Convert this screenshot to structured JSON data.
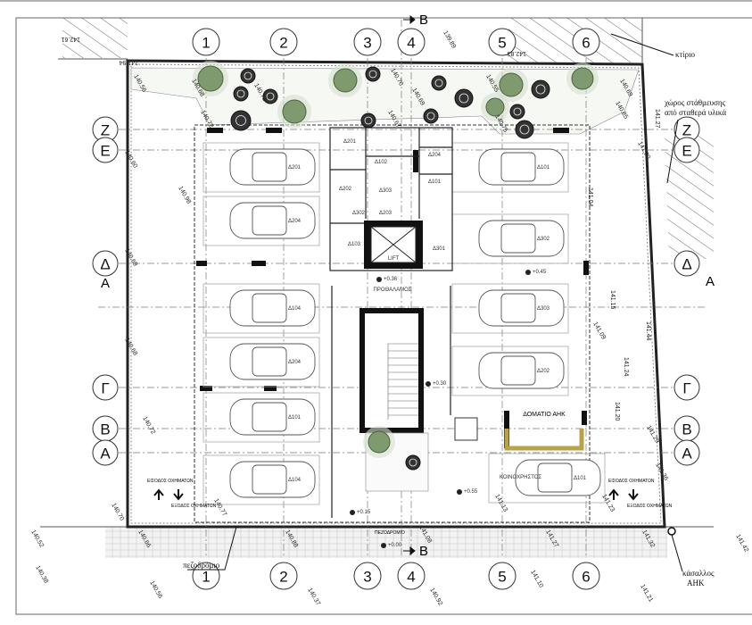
{
  "grid": {
    "columns": [
      "1",
      "2",
      "3",
      "4",
      "5",
      "6"
    ],
    "rows": [
      "Z",
      "E",
      "Δ",
      "Γ",
      "B",
      "A"
    ],
    "section_a": "A",
    "section_b": "B"
  },
  "rooms": {
    "vestibule": "ΠΡΟΘΑΛΑΜΟΣ",
    "eac_room": "ΔΟΜΑΤΙΟ ΑΗΚ",
    "common": "ΚΟΙΝΟΧΡΗΣΤΟΣ",
    "lift": "LIFT",
    "storage": [
      "Δ201",
      "Δ202",
      "Δ203",
      "Δ204",
      "Δ101",
      "Δ102",
      "Δ103",
      "Δ301",
      "Δ302",
      "Δ303"
    ],
    "parking": [
      "Δ201",
      "Δ204",
      "Δ104",
      "Δ204",
      "Δ101",
      "Δ104",
      "Δ101",
      "Δ302",
      "Δ303",
      "Δ202",
      "Δ101"
    ]
  },
  "annotations": {
    "building": "κτίριο",
    "parking_note_1": "χώρος στάθμευσης",
    "parking_note_2": "από σταθερά υλικά",
    "sidewalk": "ΠΕΖΟΔΡΟΜΙΟ",
    "curb": "πεζοδρόμιο",
    "eac_box_1": "κάσαλλος",
    "eac_box_2": "AHK",
    "entrance": "ΕΙΣΟΔΟΣ ΟΧΗΜΑΤΩΝ",
    "exit": "ΕΞΟΔΟΣ ΟΧΗΜΑΤΩΝ",
    "level_1": "+0.36",
    "level_2": "+0.45",
    "level_3": "+0.30",
    "level_4": "+0.15",
    "level_5": "+0.55",
    "level_6": "+0.00"
  },
  "elevations": [
    "142.61",
    "141.94",
    "140.56",
    "140.68",
    "140.72",
    "140.70",
    "140.69",
    "139.89",
    "140.67",
    "140.55",
    "142.83",
    "140.69",
    "140.85",
    "140.75",
    "140.72",
    "140.60",
    "141.00",
    "141.27",
    "140.98",
    "140.69",
    "141.04",
    "141.15",
    "141.09",
    "141.44",
    "141.24",
    "141.20",
    "140.68",
    "140.77",
    "140.72",
    "140.70",
    "141.13",
    "141.23",
    "141.29",
    "141.36",
    "140.52",
    "140.38",
    "140.66",
    "140.88",
    "141.08",
    "141.27",
    "141.32",
    "141.42",
    "140.56",
    "140.37",
    "140.92",
    "141.10",
    "141.21"
  ],
  "colors": {
    "tree_green": "#7f9a6f",
    "eac_wall": "#b8a24a",
    "line": "#222222"
  }
}
